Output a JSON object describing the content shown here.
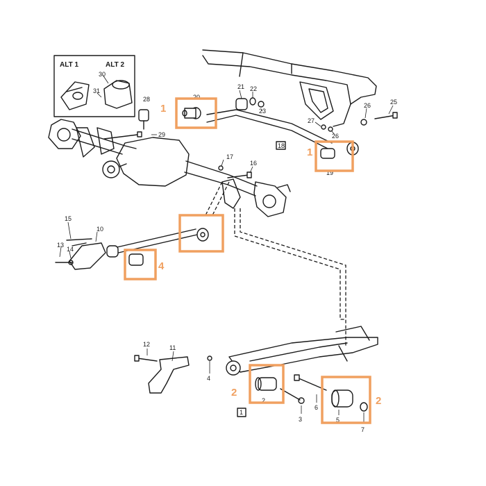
{
  "inset": {
    "alt1": "ALT 1",
    "alt2": "ALT 2",
    "n30": "30",
    "n31": "31"
  },
  "parts": {
    "p1": "1",
    "p2": "2",
    "p3": "3",
    "p4": "4",
    "p5": "5",
    "p6": "6",
    "p7": "7",
    "p10": "10",
    "p11": "11",
    "p12": "12",
    "p13": "13",
    "p14": "14",
    "p15": "15",
    "p16": "16",
    "p17": "17",
    "p18": "18",
    "p19": "19",
    "p20": "20",
    "p21": "21",
    "p22": "22",
    "p23": "23",
    "p25": "25",
    "p26a": "26",
    "p26b": "26",
    "p27": "27",
    "p28": "28",
    "p29": "29"
  },
  "highlights": {
    "h1a": "1",
    "h1b": "1",
    "h4": "4",
    "h2a": "2",
    "h2b": "2"
  },
  "colors": {
    "highlight": "#f0a060",
    "ink": "#1a1a1a",
    "background": "#ffffff"
  }
}
